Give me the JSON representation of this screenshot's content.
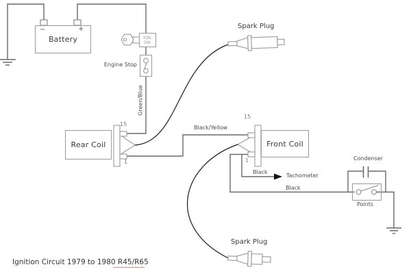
{
  "title": "Ignition Circuit 1979 to 1980 R45/R65",
  "components": {
    "battery": {
      "label": "Battery",
      "minus_terminal": "−",
      "plus_terminal": "+"
    },
    "ignition_switch": {
      "label_line1": "IGN.",
      "label_line2": "SW."
    },
    "engine_stop": {
      "label": "Engine Stop"
    },
    "rear_coil": {
      "label": "Rear Coil",
      "terminal_15": "15",
      "terminal_1": "1"
    },
    "front_coil": {
      "label": "Front Coil",
      "terminal_15": "15",
      "terminal_1": "1"
    },
    "spark_plug_top": {
      "label": "Spark Plug"
    },
    "spark_plug_bottom": {
      "label": "Spark Plug"
    },
    "tachometer": {
      "label": "Tachometer"
    },
    "condenser": {
      "label": "Condenser"
    },
    "points": {
      "label": "Points"
    }
  },
  "wire_labels": {
    "green_blue": "Green/Blue",
    "black_yellow": "Black/Yellow",
    "black_to_tachometer": "Black",
    "black_to_points": "Black"
  },
  "colors": {
    "wire_gray": "#6a6a6a",
    "outline_gray": "#9a9a9a",
    "high_tension_black": "#1a1a1a",
    "text": "#3f3f3f",
    "spellcheck_underline": "#e08a8a"
  }
}
